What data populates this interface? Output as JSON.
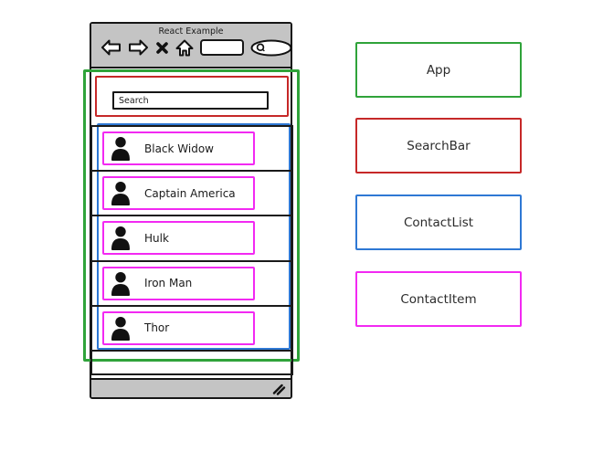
{
  "browser": {
    "title": "React Example",
    "toolbar_icons": [
      "back",
      "forward",
      "close",
      "home",
      "address-bar",
      "search"
    ]
  },
  "app": {
    "search_input": {
      "value": "Search"
    },
    "contacts": [
      {
        "name": "Black Widow"
      },
      {
        "name": "Captain America"
      },
      {
        "name": "Hulk"
      },
      {
        "name": "Iron Man"
      },
      {
        "name": "Thor"
      }
    ]
  },
  "legend": [
    {
      "label": "App",
      "color": "#2fa33a"
    },
    {
      "label": "SearchBar",
      "color": "#c62828"
    },
    {
      "label": "ContactList",
      "color": "#2e78d4"
    },
    {
      "label": "ContactItem",
      "color": "#f229f2"
    }
  ]
}
